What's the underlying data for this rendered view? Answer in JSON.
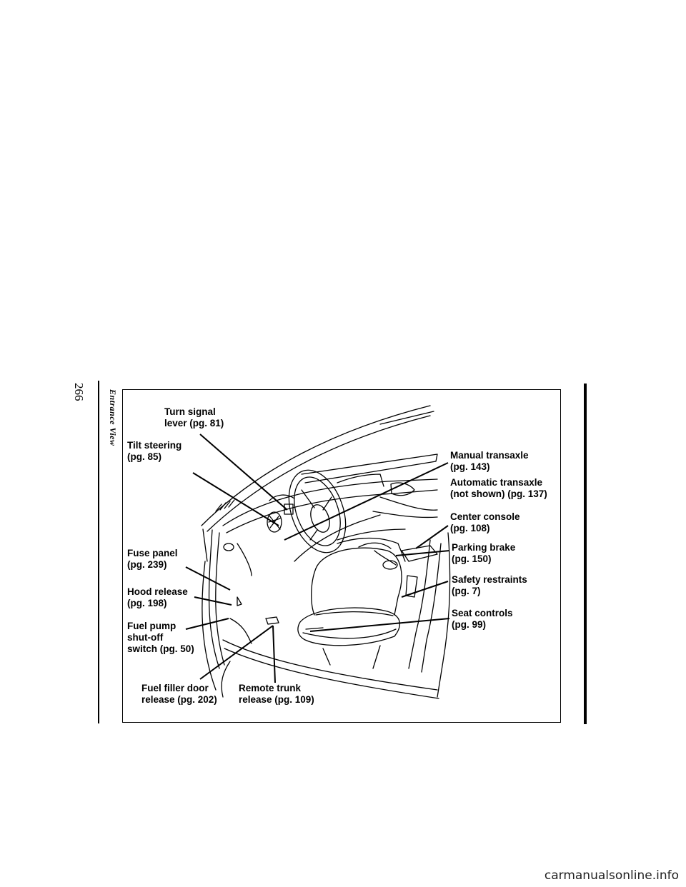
{
  "page": {
    "page_number": "266",
    "section_title": "Entrance View"
  },
  "figure": {
    "callouts": {
      "turn_signal": [
        "Turn signal",
        "lever (pg. 81)"
      ],
      "tilt_steering": [
        "Tilt steering",
        "(pg. 85)"
      ],
      "fuse_panel": [
        "Fuse panel",
        "(pg. 239)"
      ],
      "hood_release": [
        "Hood release",
        "(pg. 198)"
      ],
      "fuel_pump": [
        "Fuel pump",
        "shut-off",
        "switch (pg. 50)"
      ],
      "fuel_filler": [
        "Fuel filler door",
        "release (pg. 202)"
      ],
      "remote_trunk": [
        "Remote trunk",
        "release (pg. 109)"
      ],
      "manual_transaxle": [
        "Manual transaxle",
        "(pg. 143)"
      ],
      "automatic_transaxle": [
        "Automatic transaxle",
        "(not shown) (pg. 137)"
      ],
      "center_console": [
        "Center console",
        "(pg. 108)"
      ],
      "parking_brake": [
        "Parking brake",
        "(pg. 150)"
      ],
      "safety_restraints": [
        "Safety restraints",
        "(pg. 7)"
      ],
      "seat_controls": [
        "Seat controls",
        "(pg. 99)"
      ]
    }
  },
  "watermark": "carmanualsonline.info"
}
